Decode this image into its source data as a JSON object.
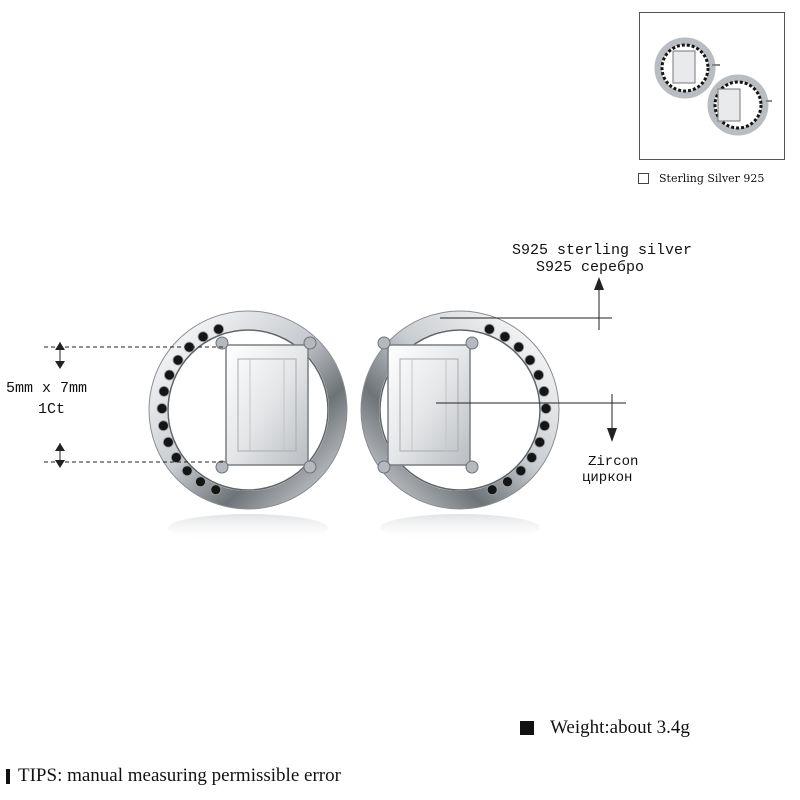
{
  "thumbnail": {
    "caption": "Sterling Silver 925"
  },
  "labels": {
    "metal_en": "S925 sterling silver",
    "metal_ru": "S925 серебро",
    "size": "5mm x 7mm",
    "carat": "1Ct",
    "stone_en": "Zircon",
    "stone_ru": "циркон"
  },
  "weight": {
    "text": "Weight:about 3.4g"
  },
  "tips": {
    "text": "TIPS: manual measuring permissible error"
  },
  "colors": {
    "silver_dark": "#6e7378",
    "silver_light": "#f4f5f6",
    "black_stone": "#151515",
    "line": "#222222"
  }
}
